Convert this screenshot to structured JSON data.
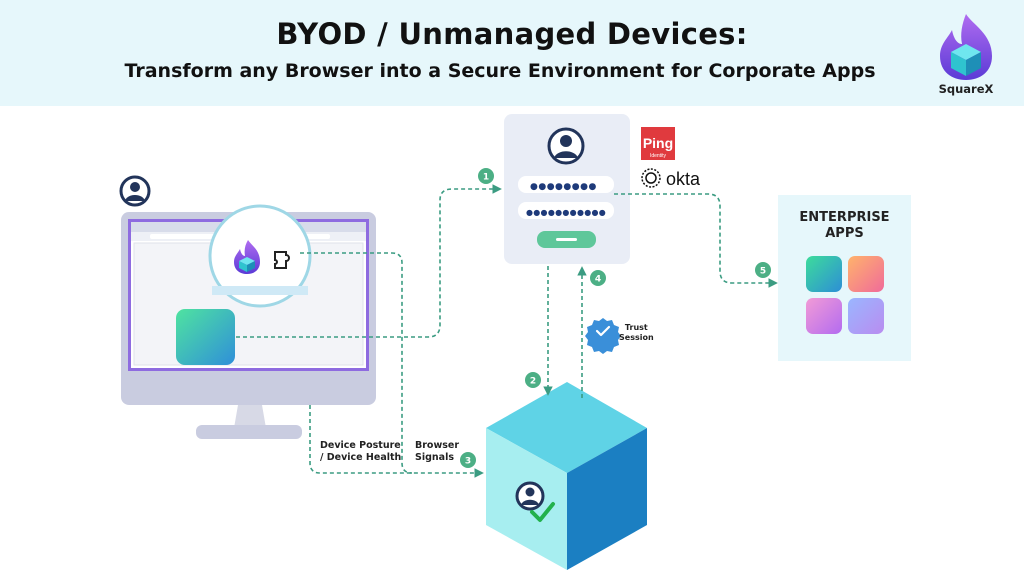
{
  "header": {
    "title": "BYOD / Unmanaged Devices:",
    "subtitle": "Transform any Browser into a Secure Environment for Corporate Apps"
  },
  "brand": {
    "name": "SquareX"
  },
  "login_card": {
    "password_1": "●●●●●●●●",
    "password_2": "●●●●●●●●●●●"
  },
  "identity_providers": {
    "ping": "Ping",
    "ping_sub": "Identity",
    "okta": "okta"
  },
  "enterprise": {
    "title_line1": "ENTERPRISE",
    "title_line2": "APPS"
  },
  "labels": {
    "device_posture_line1": "Device Posture",
    "device_posture_line2": "/ Device Health",
    "browser_signals_line1": "Browser",
    "browser_signals_line2": "Signals",
    "trust_session_line1": "Trust",
    "trust_session_line2": "Session"
  },
  "steps": [
    "1",
    "2",
    "3",
    "4",
    "5"
  ],
  "colors": {
    "banner": "#e6f7fb",
    "arrow": "#3b9c82",
    "badge": "#4caf85",
    "cube_top": "#5fd3e6",
    "cube_front": "#a7eef0",
    "cube_side": "#1b7fc2",
    "monitor": "#c9cce0",
    "okta": "#111111",
    "ping": "#e03a3e"
  }
}
